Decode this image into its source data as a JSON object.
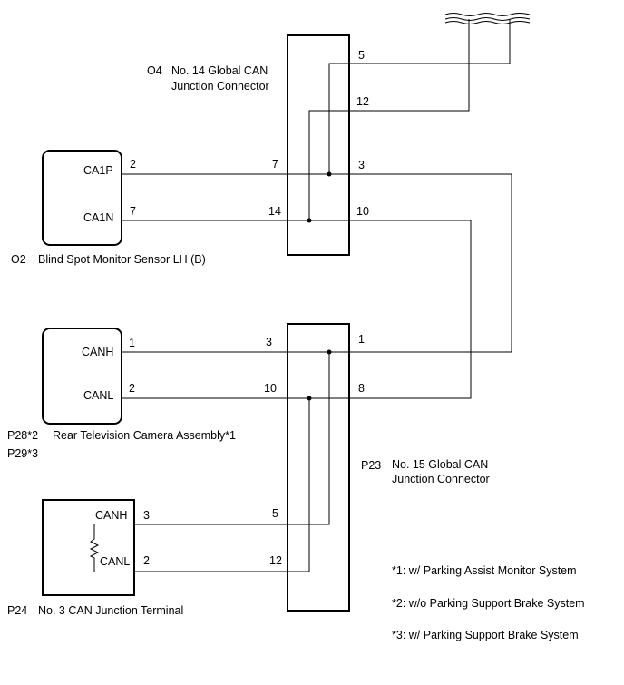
{
  "connectors": {
    "o4": {
      "code": "O4",
      "name_line1": "No. 14 Global CAN",
      "name_line2": "Junction Connector"
    },
    "p23": {
      "code": "P23",
      "name_line1": "No. 15 Global CAN",
      "name_line2": "Junction Connector"
    }
  },
  "components": {
    "o2": {
      "code": "O2",
      "name": "Blind Spot Monitor Sensor LH (B)",
      "pin_a_label": "CA1P",
      "pin_b_label": "CA1N"
    },
    "p28": {
      "code1": "P28*2",
      "code2": "P29*3",
      "name": "Rear Television Camera Assembly*1",
      "pin_a_label": "CANH",
      "pin_b_label": "CANL"
    },
    "p24": {
      "code": "P24",
      "name": "No. 3 CAN Junction Terminal",
      "pin_a_label": "CANH",
      "pin_b_label": "CANL"
    }
  },
  "pins": {
    "o4_5": "5",
    "o4_12": "12",
    "o4_7": "7",
    "o4_3": "3",
    "o4_14": "14",
    "o4_10": "10",
    "o2_2": "2",
    "o2_7": "7",
    "p23_3": "3",
    "p23_1": "1",
    "p23_10": "10",
    "p23_8": "8",
    "p23_5": "5",
    "p23_12": "12",
    "p28_1": "1",
    "p28_2": "2",
    "p24_3": "3",
    "p24_2": "2"
  },
  "notes": [
    "*1: w/ Parking Assist Monitor System",
    "*2: w/o Parking Support Brake System",
    "*3: w/ Parking Support Brake System"
  ]
}
